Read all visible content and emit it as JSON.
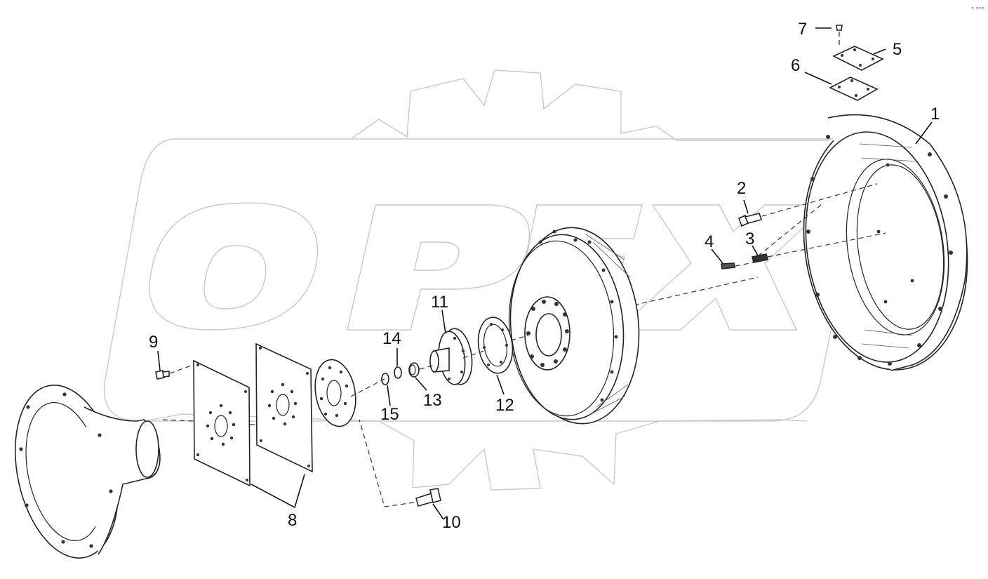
{
  "watermark": {
    "text": "OPEX"
  },
  "callouts": {
    "c1": "1",
    "c2": "2",
    "c3": "3",
    "c4": "4",
    "c5": "5",
    "c6": "6",
    "c7": "7",
    "c8": "8",
    "c9": "9",
    "c10": "10",
    "c11": "11",
    "c12": "12",
    "c13": "13",
    "c14": "14",
    "c15": "15"
  },
  "corner_mark": "° °°°"
}
